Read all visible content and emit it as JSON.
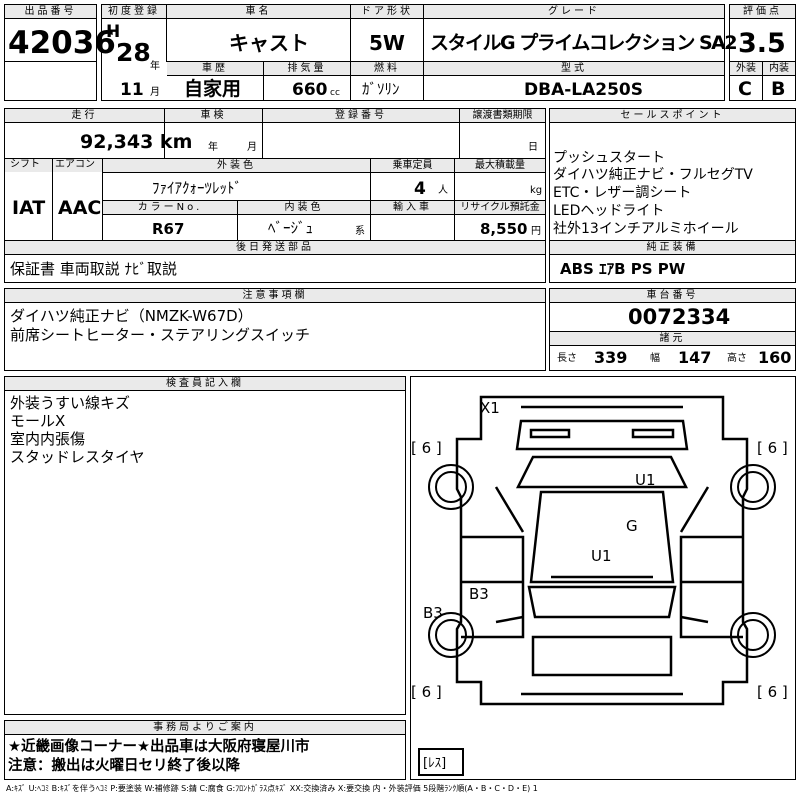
{
  "header": {
    "lot_label": "出品番号",
    "lot_no": "42036",
    "first_reg_label": "初度登録",
    "era": "H",
    "year": "28",
    "year_unit": "年",
    "month": "11",
    "month_unit": "月",
    "car_name_label": "車名",
    "car_name": "キャスト",
    "door_label": "ドア形状",
    "door": "5W",
    "grade_label": "グレード",
    "grade": "スタイルG プライムコレクション SA2",
    "score_label": "評価点",
    "score": "3.5",
    "history_label": "車歴",
    "history": "自家用",
    "displacement_label": "排気量",
    "displacement": "660",
    "displacement_unit": "cc",
    "fuel_label": "燃料",
    "fuel": "ｶﾞｿﾘﾝ",
    "model_label": "型式",
    "model": "DBA-LA250S",
    "exterior_label": "外装",
    "exterior": "C",
    "interior_label": "内装",
    "interior": "B"
  },
  "row2": {
    "mileage_label": "走行",
    "mileage": "92,343 km",
    "inspection_label": "車検",
    "insp_year_unit": "年",
    "insp_month_unit": "月",
    "plate_label": "登録番号",
    "transfer_label": "譲渡書類期限",
    "transfer_day_unit": "日",
    "shift_label": "シフト",
    "shift": "IAT",
    "ac_label": "エアコン",
    "ac": "AAC",
    "color_label": "外装色",
    "color": "ﾌｧｲｱｸｫｰﾂﾚｯﾄﾞ",
    "capacity_label": "乗車定員",
    "capacity": "4",
    "capacity_unit": "人",
    "load_label": "最大積載量",
    "load_unit": "kg",
    "color_no_label": "カラーNo.",
    "color_no": "R67",
    "int_color_label": "内装色",
    "int_color": "ﾍﾞｰｼﾞｭ",
    "int_color_unit": "系",
    "import_label": "輸入車",
    "recycle_label": "リサイクル預託金",
    "recycle": "8,550",
    "recycle_unit": "円",
    "later_label": "後日発送部品",
    "later": "保証書 車両取説 ﾅﾋﾞ取説"
  },
  "sales": {
    "label": "セールスポイント",
    "points": [
      "プッシュスタート",
      "ダイハツ純正ナビ・フルセグTV",
      "ETC・レザー調シート",
      "LEDヘッドライト",
      "社外13インチアルミホイール"
    ],
    "equip_label": "純正装備",
    "equip": "ABS ｴｱB PS PW"
  },
  "notes": {
    "label": "注意事項欄",
    "lines": [
      "ダイハツ純正ナビ（NMZK-W67D）",
      "前席シートヒーター・ステアリングスイッチ"
    ]
  },
  "chassis": {
    "label": "車台番号",
    "number": "0072334",
    "dims_label": "諸元",
    "length_label": "長さ",
    "length": "339",
    "width_label": "幅",
    "width": "147",
    "height_label": "高さ",
    "height": "160"
  },
  "inspector": {
    "label": "検査員記入欄",
    "lines": [
      "外装うすい線キズ",
      "モールX",
      "室内内張傷",
      "スタッドレスタイヤ"
    ]
  },
  "diagram": {
    "marks": [
      "X1",
      "U1",
      "G",
      "U1",
      "B3",
      "B3"
    ],
    "tire_marks": [
      "[ 6 ]",
      "[ 6 ]",
      "[ 6 ]",
      "[ 6 ]"
    ],
    "spare": "[ﾚｽ]"
  },
  "office": {
    "label": "事務局よりご案内",
    "lines": [
      "★近畿画像コーナー★出品車は大阪府寝屋川市",
      "注意：搬出は火曜日セリ終了後以降"
    ]
  },
  "legend": "A:ｷｽﾞ U:ﾍｺﾐ B:ｷｽﾞを伴うﾍｺﾐ P:要塗装 W:補修跡 S:錆 C:腐食 G:ﾌﾛﾝﾄｶﾞﾗｽ点ｷｽﾞ XX:交換済み X:要交換 内・外装評価 5段階ﾗﾝｸ順(A・B・C・D・E) 1"
}
